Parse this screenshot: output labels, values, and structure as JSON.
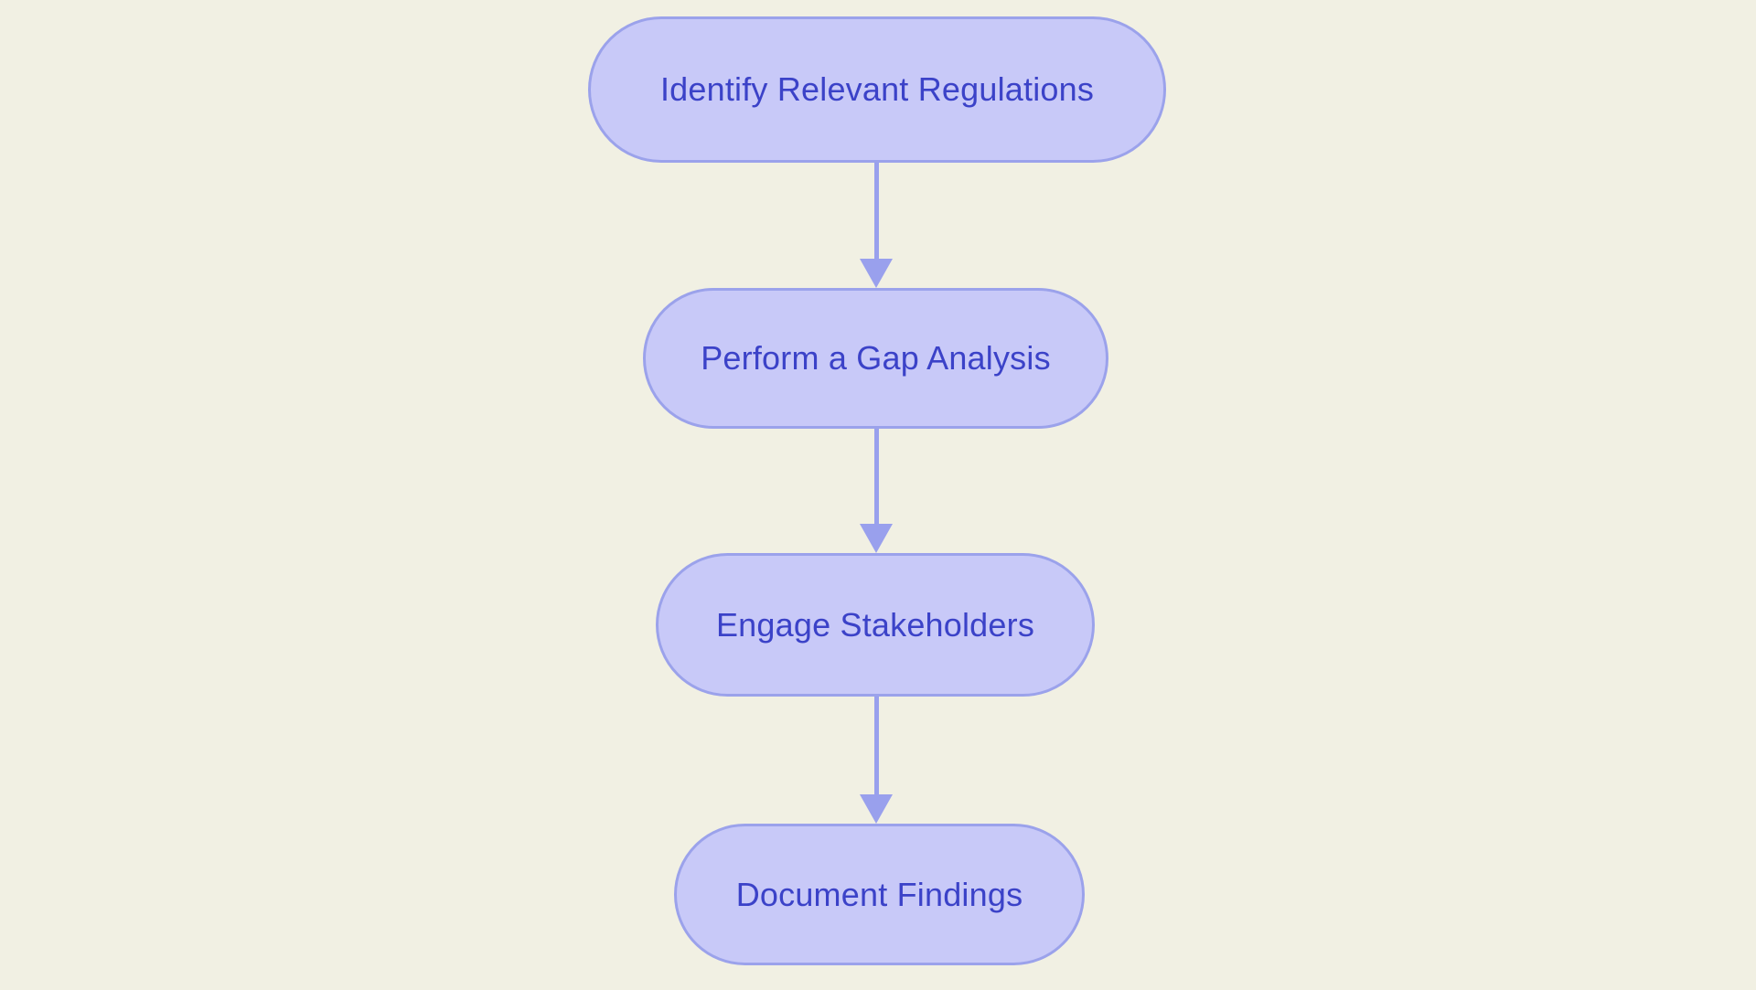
{
  "diagram": {
    "type": "flowchart",
    "direction": "top-down",
    "colors": {
      "bg": "#F1F0E3",
      "node_fill": "#C8C9F8",
      "node_border": "#9BA2EB",
      "node_text": "#3B42C8",
      "arrow": "#99A0ED"
    },
    "nodes": [
      {
        "label": "Identify Relevant Regulations"
      },
      {
        "label": "Perform a Gap Analysis"
      },
      {
        "label": "Engage Stakeholders"
      },
      {
        "label": "Document Findings"
      }
    ],
    "edges": [
      {
        "from": "Identify Relevant Regulations",
        "to": "Perform a Gap Analysis"
      },
      {
        "from": "Perform a Gap Analysis",
        "to": "Engage Stakeholders"
      },
      {
        "from": "Engage Stakeholders",
        "to": "Document Findings"
      }
    ]
  }
}
